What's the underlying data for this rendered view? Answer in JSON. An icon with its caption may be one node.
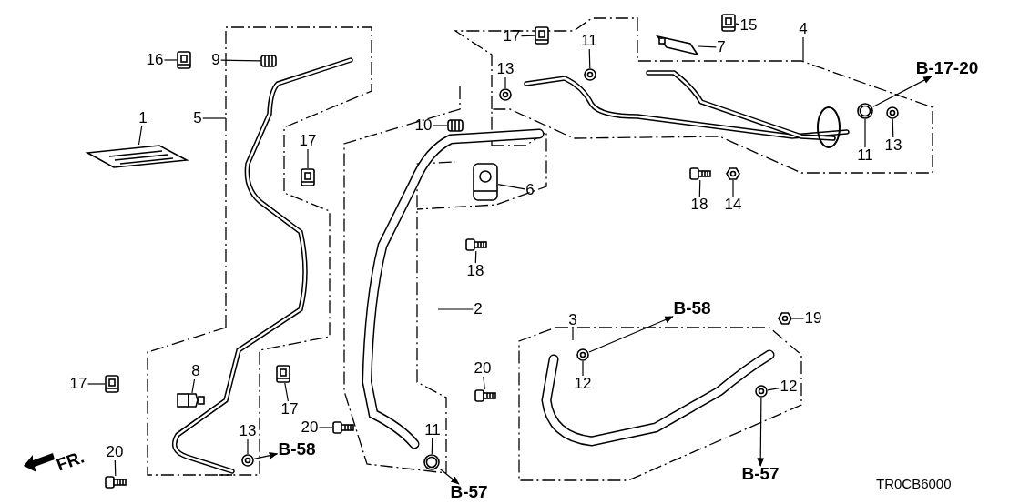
{
  "diagram": {
    "nodes": [
      {
        "text": [
          "17"
        ]
      },
      {
        "text": [
          "15"
        ]
      },
      {
        "text": [
          "4"
        ]
      },
      {
        "text": [
          "9"
        ]
      },
      {
        "text": [
          "16"
        ]
      },
      {
        "text": [
          "11"
        ]
      },
      {
        "text": [
          "7"
        ]
      },
      {
        "text": [
          "B-17-20"
        ]
      },
      {
        "text": [
          "13"
        ]
      },
      {
        "text": [
          "1"
        ]
      },
      {
        "text": [
          "5"
        ]
      },
      {
        "text": [
          "10"
        ]
      },
      {
        "text": [
          "17"
        ]
      },
      {
        "text": [
          "11"
        ]
      },
      {
        "text": [
          "13"
        ]
      },
      {
        "text": [
          "18"
        ]
      },
      {
        "text": [
          "14"
        ]
      },
      {
        "text": [
          "6"
        ]
      },
      {
        "text": [
          "18"
        ]
      },
      {
        "text": [
          "2"
        ]
      },
      {
        "text": [
          "3"
        ]
      },
      {
        "text": [
          "B-58"
        ]
      },
      {
        "text": [
          "19"
        ]
      },
      {
        "text": [
          "20"
        ]
      },
      {
        "text": [
          "12"
        ]
      },
      {
        "text": [
          "12"
        ]
      },
      {
        "text": [
          "8"
        ]
      },
      {
        "text": [
          "17"
        ]
      },
      {
        "text": [
          "17"
        ]
      },
      {
        "text": [
          "20"
        ]
      },
      {
        "text": [
          "11"
        ]
      },
      {
        "text": [
          "13"
        ]
      },
      {
        "text": [
          "B-58"
        ]
      },
      {
        "text": [
          "20"
        ]
      },
      {
        "text": [
          "B-57"
        ]
      },
      {
        "text": [
          "B-57"
        ]
      },
      {
        "text": [],
        "shape": "picture"
      },
      {
        "text": [],
        "shape": "picture"
      },
      {
        "text": [],
        "shape": "picture"
      },
      {
        "text": [],
        "shape": "picture"
      },
      {
        "text": [],
        "shape": "picture"
      },
      {
        "text": [],
        "shape": "picture"
      },
      {
        "text": [],
        "shape": "picture"
      },
      {
        "text": [],
        "shape": "picture"
      },
      {
        "text": [],
        "shape": "picture"
      },
      {
        "text": [],
        "shape": "picture"
      },
      {
        "text": [],
        "shape": "picture"
      },
      {
        "text": [],
        "shape": "picture"
      },
      {
        "text": [],
        "shape": "picture"
      },
      {
        "text": [],
        "shape": "picture"
      },
      {
        "text": [],
        "shape": "picture"
      },
      {
        "text": [],
        "shape": "picture"
      },
      {
        "text": [],
        "shape": "picture"
      },
      {
        "text": [],
        "shape": "picture"
      },
      {
        "text": [],
        "shape": "picture"
      },
      {
        "text": [],
        "shape": "picture"
      },
      {
        "text": [],
        "shape": "picture"
      },
      {
        "text": [],
        "shape": "picture"
      },
      {
        "text": [],
        "shape": "picture"
      },
      {
        "text": [],
        "shape": "picture"
      },
      {
        "text": [],
        "shape": "picture"
      },
      {
        "text": [],
        "shape": "picture"
      },
      {
        "text": [],
        "shape": "picture"
      }
    ],
    "edges": [
      {
        "from": 0,
        "to": 36,
        "arrow": "none"
      },
      {
        "from": 1,
        "to": 37,
        "arrow": "none"
      },
      {
        "from": 2,
        "to": null,
        "arrow": "none"
      },
      {
        "from": 3,
        "to": 38,
        "arrow": "none"
      },
      {
        "from": 4,
        "to": 39,
        "arrow": "none"
      },
      {
        "from": 5,
        "to": 40,
        "arrow": "none"
      },
      {
        "from": 6,
        "to": 41,
        "arrow": "none"
      },
      {
        "from": 46,
        "to": 7,
        "arrow": "to"
      },
      {
        "from": 8,
        "to": 42,
        "arrow": "none"
      },
      {
        "from": 9,
        "to": 43,
        "arrow": "none"
      },
      {
        "from": 10,
        "to": null,
        "arrow": "none"
      },
      {
        "from": 11,
        "to": 44,
        "arrow": "none"
      },
      {
        "from": 12,
        "to": 45,
        "arrow": "none"
      },
      {
        "from": 13,
        "to": 46,
        "arrow": "none"
      },
      {
        "from": 14,
        "to": 47,
        "arrow": "none"
      },
      {
        "from": 15,
        "to": 48,
        "arrow": "none"
      },
      {
        "from": 16,
        "to": 49,
        "arrow": "none"
      },
      {
        "from": 17,
        "to": 50,
        "arrow": "none"
      },
      {
        "from": 18,
        "to": 51,
        "arrow": "none"
      },
      {
        "from": 19,
        "to": null,
        "arrow": "none"
      },
      {
        "from": 20,
        "to": null,
        "arrow": "none"
      },
      {
        "from": 54,
        "to": 21,
        "arrow": "to"
      },
      {
        "from": 22,
        "to": 52,
        "arrow": "none"
      },
      {
        "from": 23,
        "to": 53,
        "arrow": "none"
      },
      {
        "from": 24,
        "to": 54,
        "arrow": "none"
      },
      {
        "from": 25,
        "to": 55,
        "arrow": "none"
      },
      {
        "from": 26,
        "to": 56,
        "arrow": "none"
      },
      {
        "from": 27,
        "to": 57,
        "arrow": "none"
      },
      {
        "from": 28,
        "to": 58,
        "arrow": "none"
      },
      {
        "from": 29,
        "to": 59,
        "arrow": "none"
      },
      {
        "from": 30,
        "to": 60,
        "arrow": "none"
      },
      {
        "from": 31,
        "to": 61,
        "arrow": "none"
      },
      {
        "from": 61,
        "to": 32,
        "arrow": "to"
      },
      {
        "from": 33,
        "to": 62,
        "arrow": "none"
      },
      {
        "from": 60,
        "to": 34,
        "arrow": "to"
      },
      {
        "from": 55,
        "to": 35,
        "arrow": "to"
      }
    ],
    "labels": [
      "FR.",
      "TR0CB6000"
    ]
  }
}
